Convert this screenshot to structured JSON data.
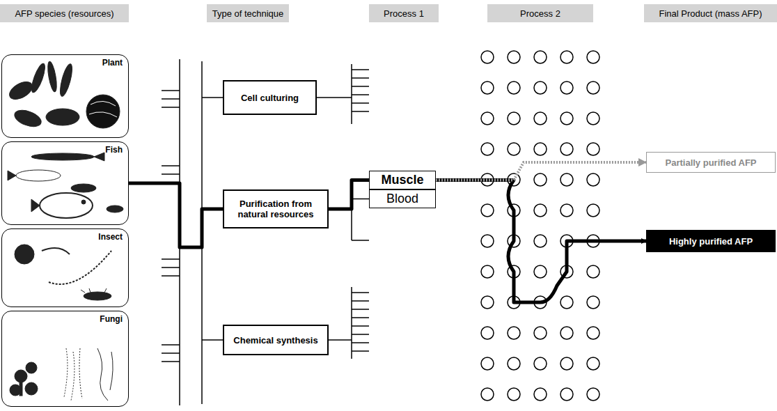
{
  "diagram": {
    "nodes": [
      {
        "text": [
          "AFP species (resources)"
        ]
      },
      {
        "text": [
          "Type of technique"
        ]
      },
      {
        "text": [
          "Process 1"
        ]
      },
      {
        "text": [
          "Process 2"
        ]
      },
      {
        "text": [
          "Final Product (mass AFP)"
        ]
      },
      {
        "text": [
          "Plant"
        ]
      },
      {
        "text": [
          "Fish"
        ]
      },
      {
        "text": [
          "Insect"
        ]
      },
      {
        "text": [
          "Fungi"
        ]
      },
      {
        "text": [
          "Cell culturing"
        ]
      },
      {
        "text": [
          "Purification from natural resources"
        ]
      },
      {
        "text": [
          "Chemical synthesis"
        ]
      },
      {
        "text": [
          "Muscle"
        ]
      },
      {
        "text": [
          "Blood"
        ]
      },
      {
        "text": [
          "Partially purified AFP"
        ]
      },
      {
        "text": [
          "Highly purified AFP"
        ]
      }
    ],
    "edges": [
      {
        "from": 6,
        "to": 10,
        "arrow": "none"
      },
      {
        "from": 10,
        "to": 12,
        "arrow": "none"
      },
      {
        "from": 10,
        "to": 13,
        "arrow": "none"
      },
      {
        "from": 12,
        "to": 15,
        "arrow": "to"
      },
      {
        "from": 12,
        "to": 14,
        "arrow": "to"
      }
    ]
  }
}
